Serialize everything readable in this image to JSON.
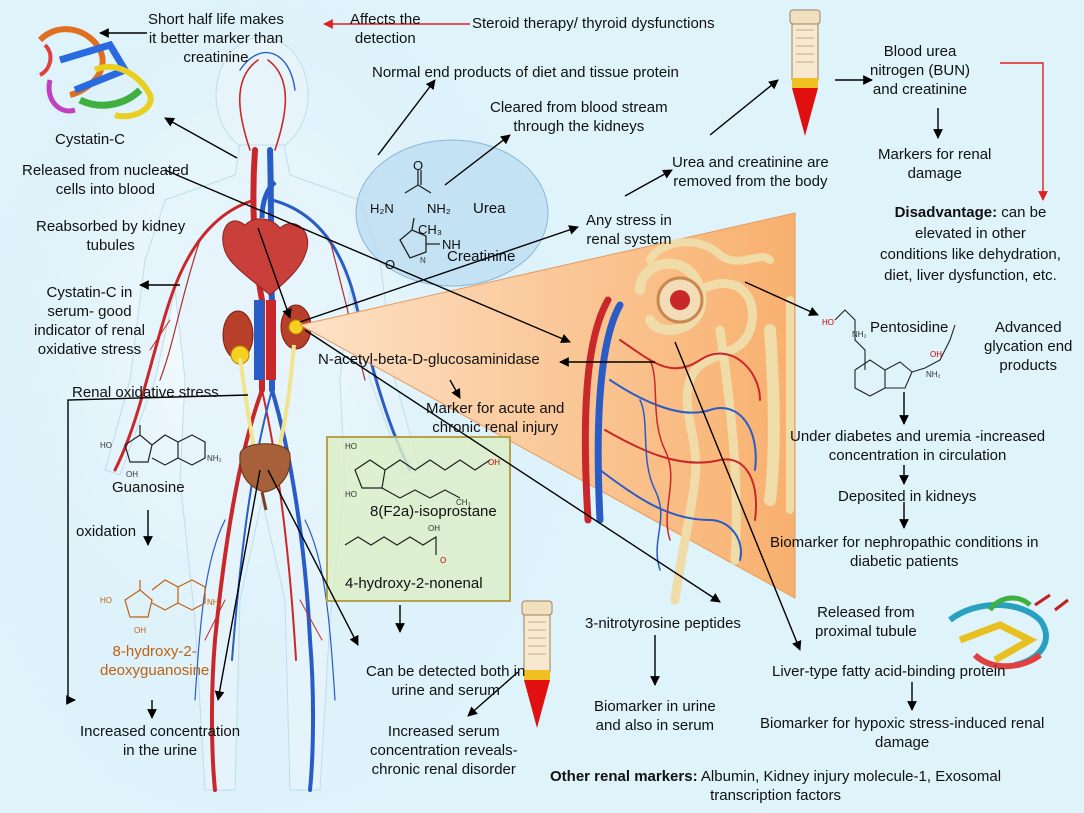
{
  "top": {
    "short_half_life": "Short half life makes\nit better marker than\ncreatinine",
    "affects": "Affects the\ndetection",
    "steroid": "Steroid therapy/ thyroid dysfunctions",
    "cystatin_c": "Cystatin-C",
    "normal_end": "Normal end products of diet and tissue protein",
    "cleared": "Cleared from blood stream\nthrough the kidneys",
    "bun": "Blood urea\nnitrogen (BUN)\nand creatinine",
    "markers_renal": "Markers for renal\ndamage",
    "urea_creat_removed": "Urea and creatinine are\nremoved from the body",
    "disadvantage_label": "Disadvantage:",
    "disadvantage_text": " can be\nelevated in other\nconditions like dehydration,\ndiet, liver dysfunction, etc."
  },
  "left": {
    "released_nucleated": "Released from nucleated\ncells into blood",
    "reabsorbed": "Reabsorbed by kidney\ntubules",
    "cystatin_serum": "Cystatin-C in\nserum- good\nindicator of renal\noxidative stress",
    "renal_ox": "Renal oxidative stress",
    "guanosine": "Guanosine",
    "oxidation": "oxidation",
    "ohdg": "8-hydroxy-2-\ndeoxyguanosine",
    "increased_urine": "Increased concentration\nin the urine"
  },
  "center": {
    "urea": "Urea",
    "creatinine": "Creatinine",
    "any_stress": "Any stress in\nrenal system",
    "nag": "N-acetyl-beta-D-glucosaminidase",
    "marker_acute": "Marker for acute and\nchronic renal injury",
    "isoprostane": "8(F2a)-isoprostane",
    "hne": "4-hydroxy-2-nonenal",
    "detected_both": "Can be detected both in\nurine and serum",
    "increased_serum": "Increased serum\nconcentration reveals-\nchronic renal disorder",
    "nitrotyrosine": "3-nitrotyrosine peptides",
    "biomarker_urine_serum": "Biomarker in urine\nand also in serum"
  },
  "right": {
    "pentosidine": "Pentosidine",
    "age": "Advanced\nglycation end\nproducts",
    "diabetes": "Under diabetes and uremia -increased\nconcentration in circulation",
    "deposited": "Deposited in kidneys",
    "nephropathic": "Biomarker for nephropathic conditions in\ndiabetic patients",
    "released_proximal": "Released from\nproximal tubule",
    "lfabp": "Liver-type fatty acid-binding protein",
    "hypoxic": "Biomarker for hypoxic stress-induced renal\ndamage"
  },
  "bottom": {
    "other_label": "Other renal markers:",
    "other_text": " Albumin, Kidney injury molecule-1, Exosomal\ntranscription factors"
  },
  "chem_atoms": {
    "o": "O",
    "h2n": "H₂N",
    "nh2": "NH₂",
    "ch3": "CH₃",
    "nh": "NH",
    "n": "N",
    "ho": "HO",
    "oh": "OH"
  },
  "colors": {
    "background": "#dff3fb",
    "arrow": "#000000",
    "red_arrow": "#e02020",
    "triangle": "#f9b77c",
    "box": "#dcefc8",
    "vessel_red": "#c8282a",
    "vessel_blue": "#2a5cc8"
  }
}
